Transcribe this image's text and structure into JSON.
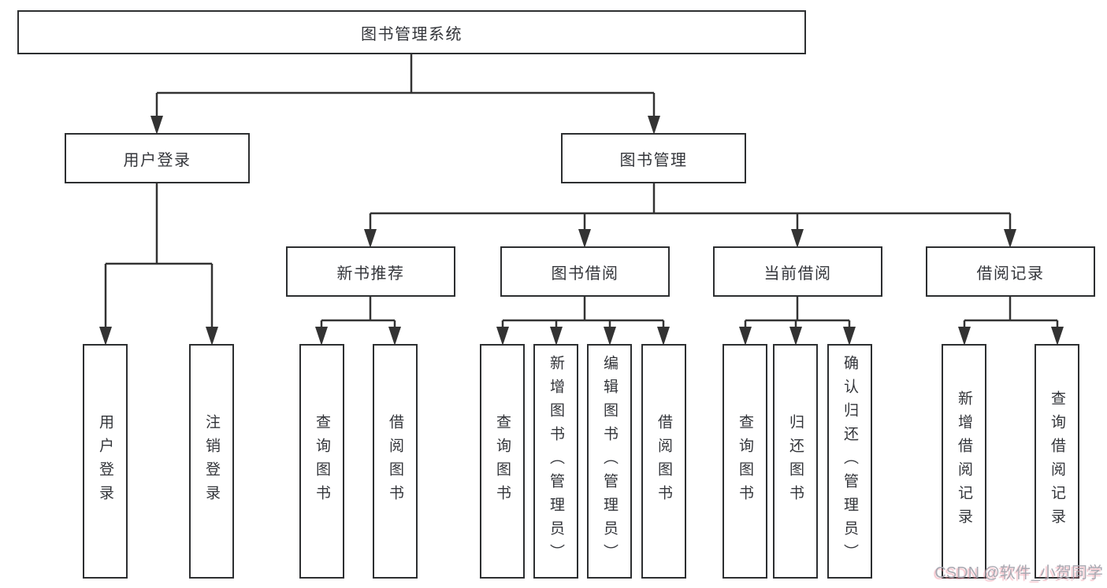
{
  "title": "图书管理系统",
  "watermark": "CSDN @软件_小贺同学",
  "colors": {
    "background": "#ffffff",
    "line": "#333333",
    "box_border": "#2d2f31",
    "text": "#33353a",
    "watermark_gray": "#a9a9b2",
    "watermark_pink": "#ee8898"
  },
  "level2": [
    {
      "label": "用户登录",
      "children": [
        {
          "label": "用户登录"
        },
        {
          "label": "注销登录"
        }
      ]
    },
    {
      "label": "图书管理",
      "children": [
        {
          "label": "新书推荐",
          "children": [
            {
              "label": "查询图书"
            },
            {
              "label": "借阅图书"
            }
          ]
        },
        {
          "label": "图书借阅",
          "children": [
            {
              "label": "查询图书"
            },
            {
              "label": "新增图书（管理员）"
            },
            {
              "label": "编辑图书（管理员）"
            },
            {
              "label": "借阅图书"
            }
          ]
        },
        {
          "label": "当前借阅",
          "children": [
            {
              "label": "查询图书"
            },
            {
              "label": "归还图书"
            },
            {
              "label": "确认归还（管理员）"
            }
          ]
        },
        {
          "label": "借阅记录",
          "children": [
            {
              "label": "新增借阅记录"
            },
            {
              "label": "查询借阅记录"
            }
          ]
        }
      ]
    }
  ]
}
